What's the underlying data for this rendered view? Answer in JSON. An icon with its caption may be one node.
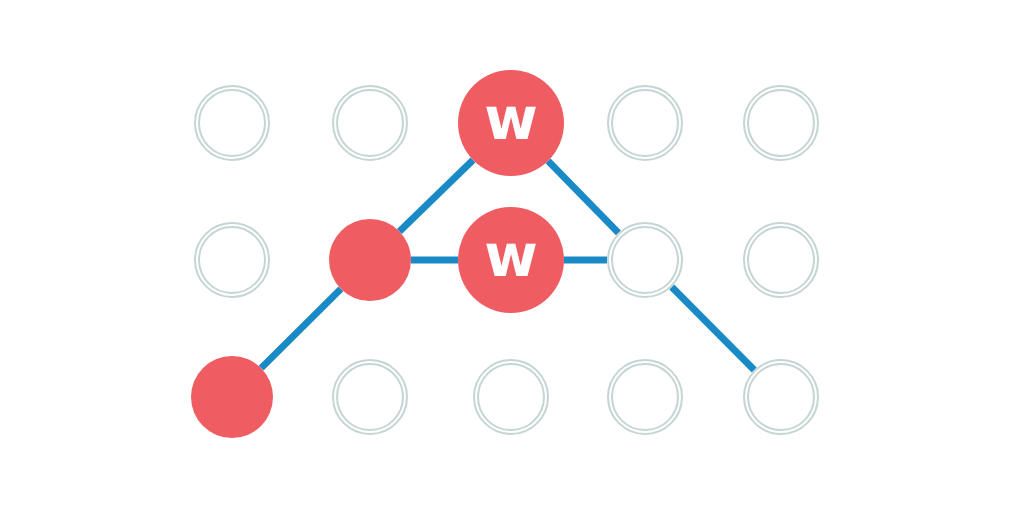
{
  "diagram": {
    "nodes": [
      {
        "text": [],
        "shape": "circle"
      },
      {
        "text": [],
        "shape": "circle"
      },
      {
        "text": [
          "w"
        ]
      },
      {
        "text": [],
        "shape": "circle"
      },
      {
        "text": [],
        "shape": "circle"
      },
      {
        "text": [],
        "shape": "circle"
      },
      {
        "text": [],
        "shape": "circle"
      },
      {
        "text": [
          "w"
        ]
      },
      {
        "text": [],
        "shape": "circle"
      },
      {
        "text": [],
        "shape": "circle"
      },
      {
        "text": [],
        "shape": "circle"
      },
      {
        "text": [],
        "shape": "circle"
      },
      {
        "text": [],
        "shape": "circle"
      },
      {
        "text": [],
        "shape": "circle"
      },
      {
        "text": [],
        "shape": "circle"
      }
    ],
    "edges": [
      {
        "from": 10,
        "to": 6,
        "arrow": "none"
      },
      {
        "from": 6,
        "to": 2,
        "arrow": "none"
      },
      {
        "from": 6,
        "to": 7,
        "arrow": "none"
      },
      {
        "from": 7,
        "to": 8,
        "arrow": "none"
      },
      {
        "from": 2,
        "to": 8,
        "arrow": "none"
      },
      {
        "from": 8,
        "to": 14,
        "arrow": "none"
      }
    ]
  }
}
